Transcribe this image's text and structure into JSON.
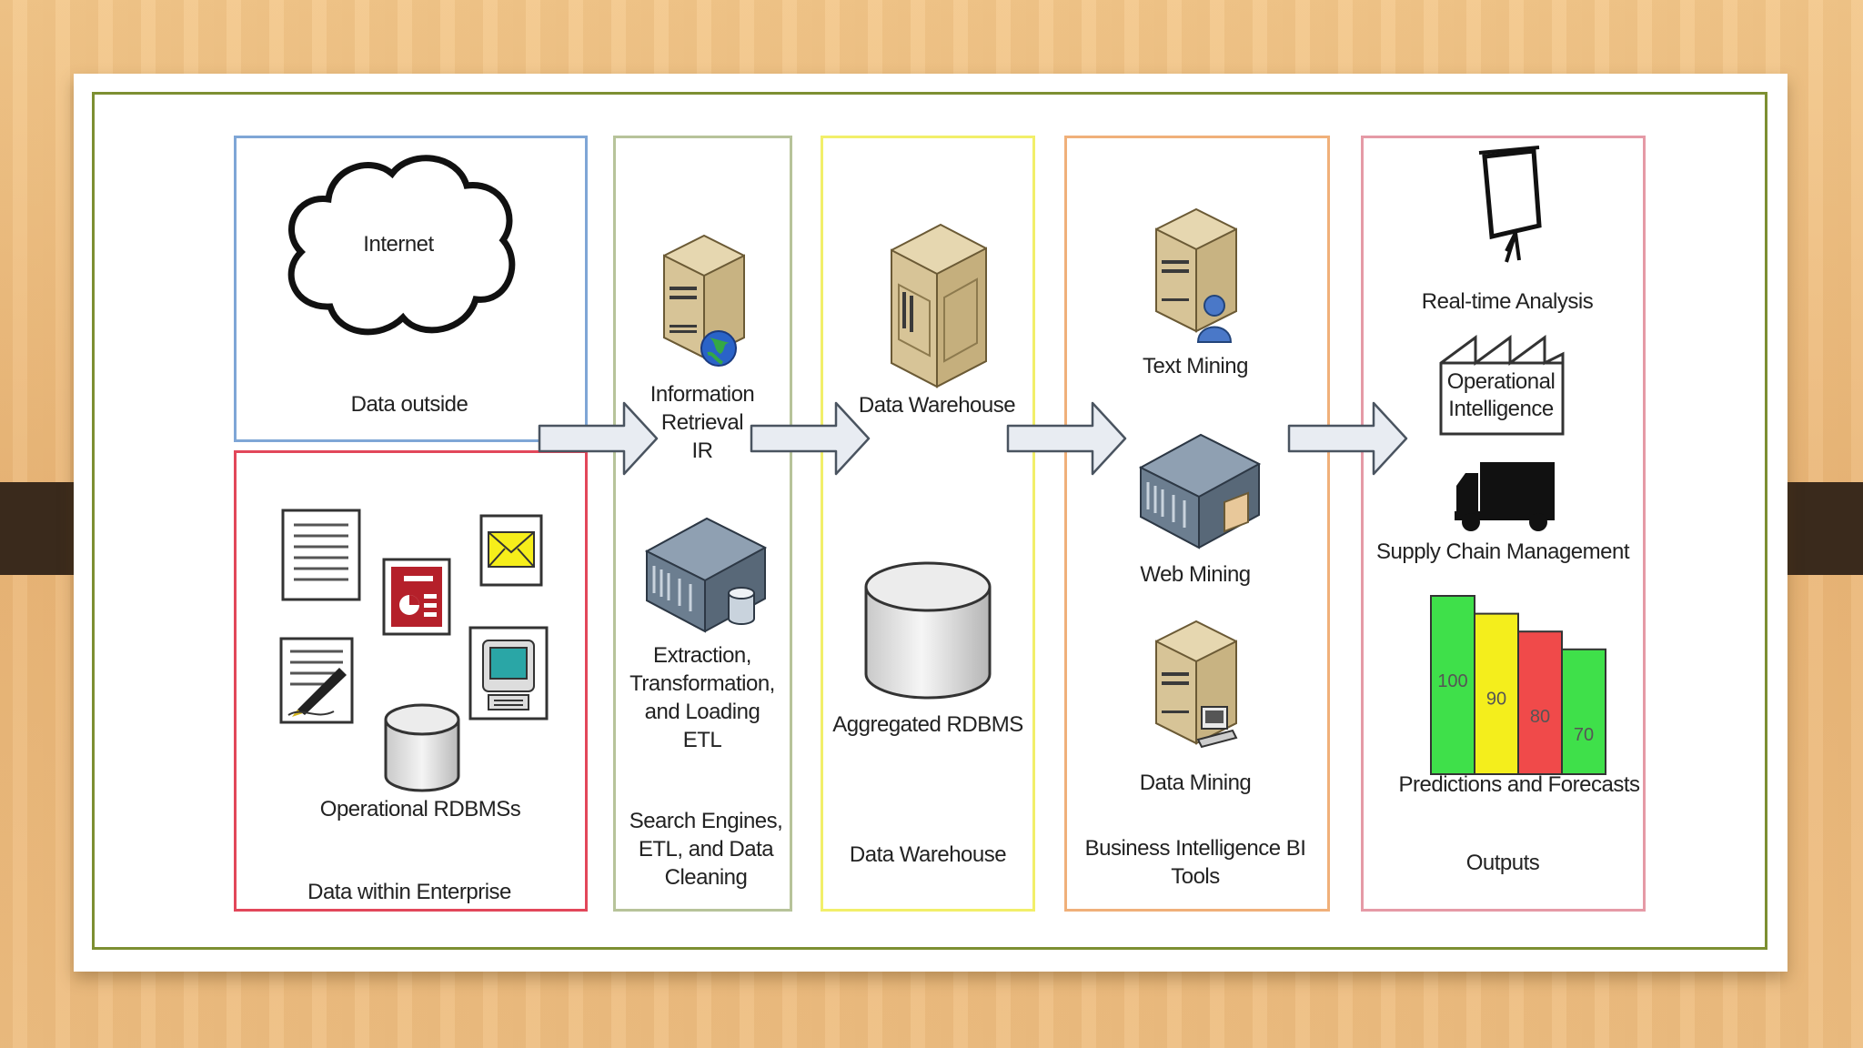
{
  "diagram": {
    "data_sources": {
      "outside_label": "Data outside",
      "internet_label": "Internet",
      "enterprise_label": "Data within Enterprise",
      "rdbms_label": "Operational RDBMSs"
    },
    "stage_search": {
      "ir_label": "Information\nRetrieval\nIR",
      "etl_label": "Extraction,\nTransformation,\nand Loading\nETL",
      "caption": "Search Engines,\nETL, and Data\nCleaning"
    },
    "stage_warehouse": {
      "dw_label": "Data Warehouse",
      "rdbms_label": "Aggregated RDBMS",
      "caption": "Data Warehouse"
    },
    "stage_bi": {
      "text_label": "Text Mining",
      "web_label": "Web Mining",
      "data_label": "Data Mining",
      "caption": "Business Intelligence BI\nTools"
    },
    "stage_outputs": {
      "realtime_label": "Real-time Analysis",
      "opintel_label": "Operational\nIntelligence",
      "supply_label": "Supply Chain Management",
      "predict_label": "Predictions and Forecasts",
      "caption": "Outputs",
      "bar_values": [
        "100",
        "90",
        "80",
        "70"
      ],
      "bar_colors": [
        "#3fe04a",
        "#f4ee1c",
        "#f04a4a",
        "#3fe04a"
      ]
    },
    "panel_colors": {
      "outside": "#7fa6d6",
      "enterprise": "#e2475a",
      "search": "#b7c39a",
      "warehouse": "#f2ef6a",
      "bi": "#f0b07a",
      "outputs": "#e59aa6"
    }
  }
}
